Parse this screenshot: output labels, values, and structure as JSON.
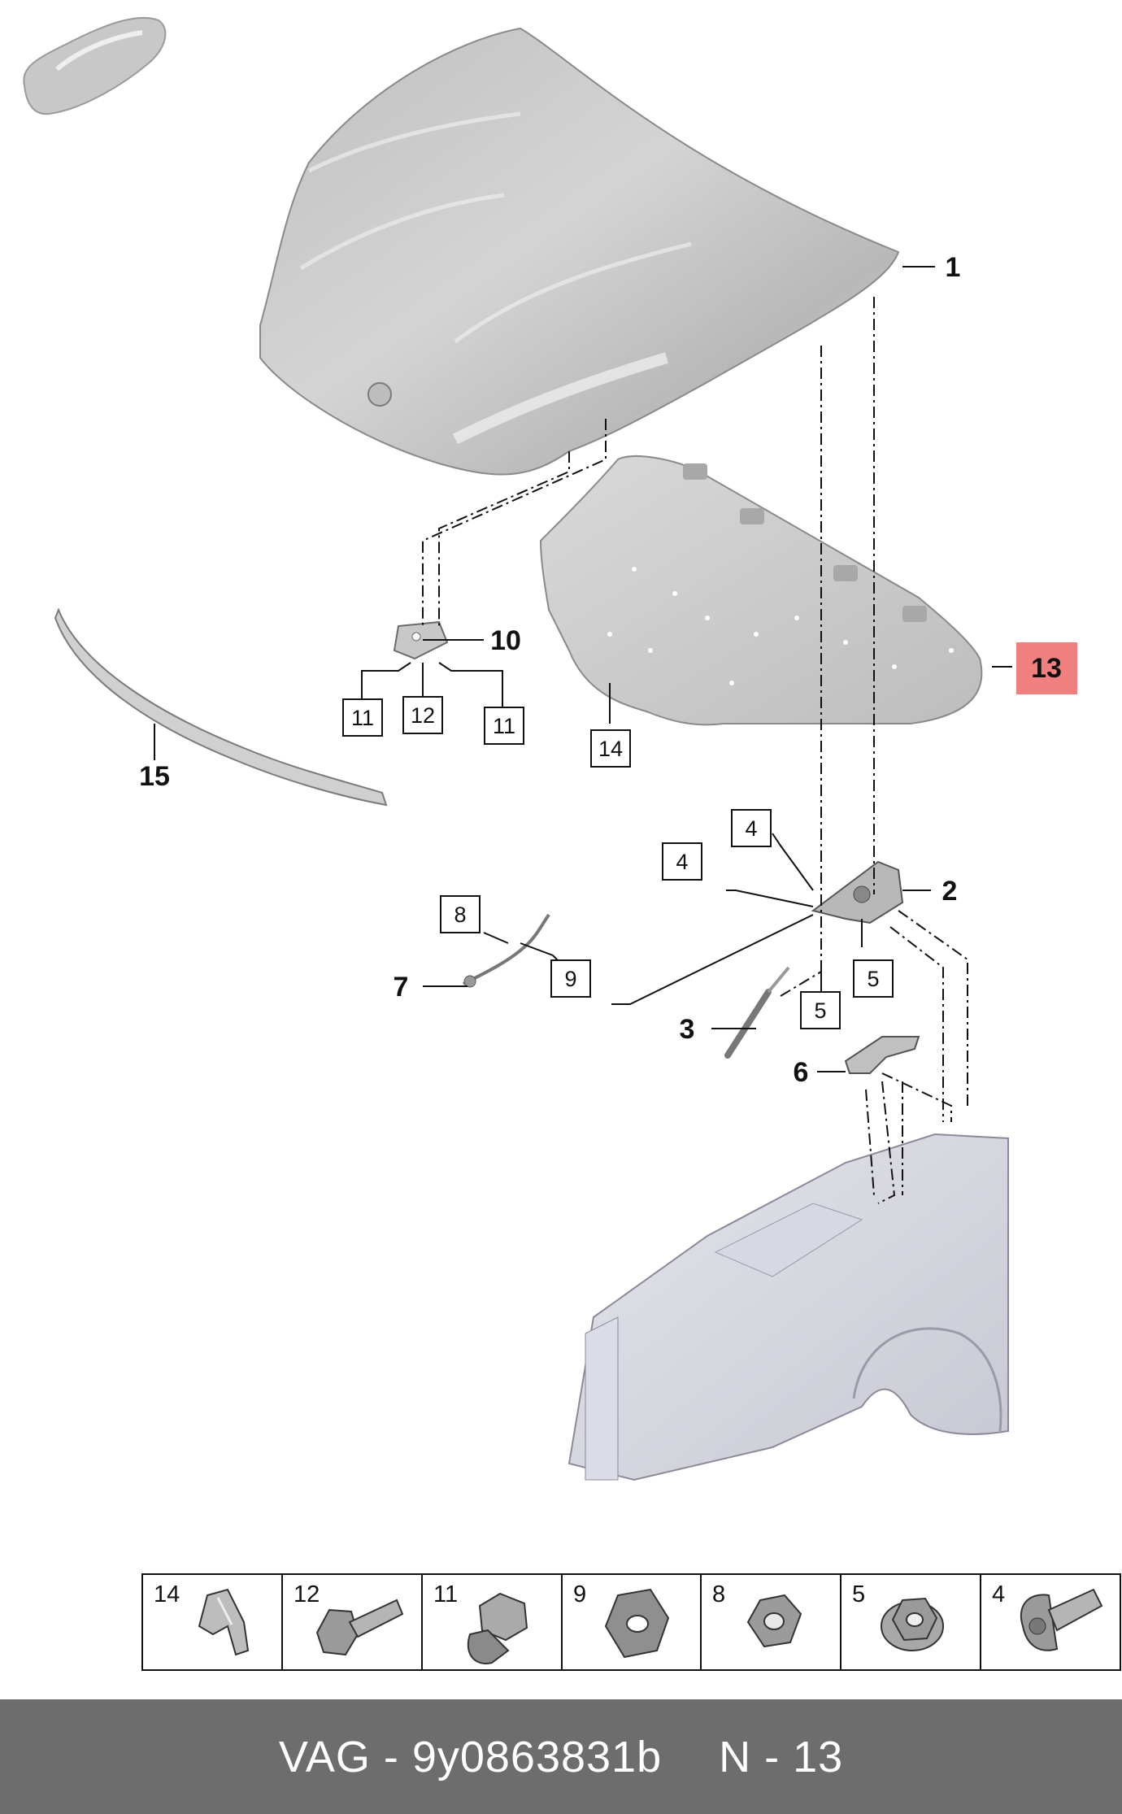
{
  "callouts": {
    "c1": "1",
    "c2": "2",
    "c3": "3",
    "c6": "6",
    "c7": "7",
    "c10": "10",
    "c13": "13",
    "c15": "15"
  },
  "boxed_labels": {
    "b4a": "4",
    "b4b": "4",
    "b5a": "5",
    "b5b": "5",
    "b8": "8",
    "b9": "9",
    "b11a": "11",
    "b11b": "11",
    "b12": "12",
    "b14": "14"
  },
  "highlight_color": "#f08080",
  "legend": [
    {
      "num": "14",
      "icon": "clip-icon"
    },
    {
      "num": "12",
      "icon": "hex-bolt-icon"
    },
    {
      "num": "11",
      "icon": "cap-nut-icon"
    },
    {
      "num": "9",
      "icon": "washer-icon"
    },
    {
      "num": "8",
      "icon": "hex-nut-icon"
    },
    {
      "num": "5",
      "icon": "flange-nut-icon"
    },
    {
      "num": "4",
      "icon": "torx-bolt-icon"
    }
  ],
  "footer": {
    "part": "VAG - 9y0863831b",
    "ref": "N - 13"
  }
}
